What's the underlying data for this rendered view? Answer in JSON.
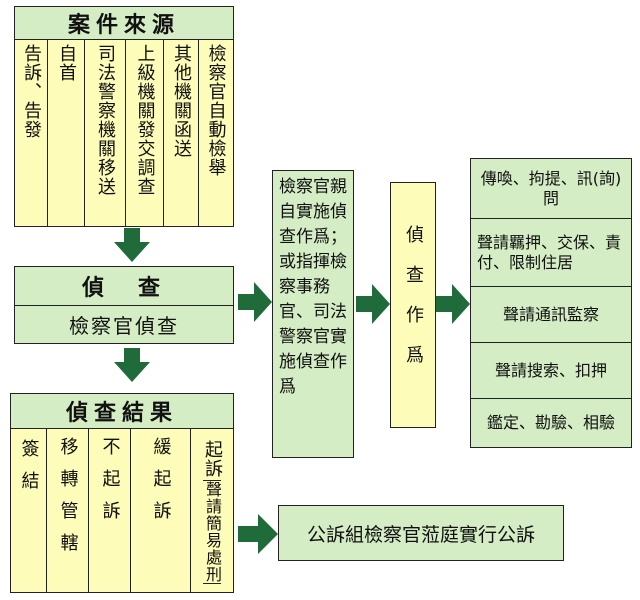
{
  "case_source": {
    "title": "案件來源",
    "items": [
      "告訴、告發",
      "自首",
      "司法警察機關移送",
      "上級機關發交調查",
      "其他機關函送",
      "檢察官自動檢舉"
    ]
  },
  "investigation": {
    "title": "偵　查",
    "subtitle": "檢察官偵查"
  },
  "result": {
    "title": "偵查結果",
    "items": [
      "簽結",
      "移轉管轄",
      "不起訴",
      "緩起訴"
    ],
    "last_top": "起訴",
    "last_bottom": "聲請簡易處刑"
  },
  "middle_box": {
    "text": "檢察官親自實施偵查作爲；或指揮檢察事務官、司法警察官實施偵查作爲"
  },
  "action_box": {
    "text": "偵查作爲"
  },
  "measures": [
    "傳喚、拘提、訊(詢)問",
    "聲請羈押、交保、責付、限制住居",
    "聲請通訊監察",
    "聲請搜索、扣押",
    "鑑定、勘驗、相驗"
  ],
  "prosecution": {
    "text": "公訴組檢察官蒞庭實行公訴"
  },
  "colors": {
    "box_green": "#d4edc4",
    "box_yellow": "#fdfcb8",
    "arrow_green": "#1f6b3a"
  }
}
